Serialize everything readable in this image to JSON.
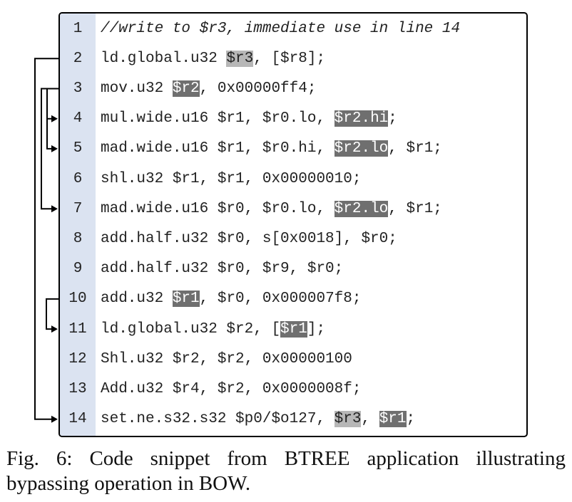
{
  "lines": [
    {
      "num": "1",
      "comment": true,
      "parts": [
        {
          "t": "//write to $r3, immediate use in line 14"
        }
      ]
    },
    {
      "num": "2",
      "parts": [
        {
          "t": "ld.global.u32 "
        },
        {
          "t": "$r3",
          "hl": "light"
        },
        {
          "t": ", [$r8];"
        }
      ]
    },
    {
      "num": "3",
      "parts": [
        {
          "t": "mov.u32 "
        },
        {
          "t": "$r2",
          "hl": "dark"
        },
        {
          "t": ", 0x00000ff4;"
        }
      ]
    },
    {
      "num": "4",
      "parts": [
        {
          "t": "mul.wide.u16 $r1, $r0.lo, "
        },
        {
          "t": "$r2.hi",
          "hl": "dark"
        },
        {
          "t": ";"
        }
      ]
    },
    {
      "num": "5",
      "parts": [
        {
          "t": "mad.wide.u16 $r1, $r0.hi, "
        },
        {
          "t": "$r2.lo",
          "hl": "dark"
        },
        {
          "t": ", $r1;"
        }
      ]
    },
    {
      "num": "6",
      "parts": [
        {
          "t": "shl.u32 $r1, $r1, 0x00000010;"
        }
      ]
    },
    {
      "num": "7",
      "parts": [
        {
          "t": "mad.wide.u16 $r0, $r0.lo, "
        },
        {
          "t": "$r2.lo",
          "hl": "dark"
        },
        {
          "t": ", $r1;"
        }
      ]
    },
    {
      "num": "8",
      "parts": [
        {
          "t": "add.half.u32 $r0, s[0x0018], $r0;"
        }
      ]
    },
    {
      "num": "9",
      "parts": [
        {
          "t": "add.half.u32 $r0, $r9, $r0;"
        }
      ]
    },
    {
      "num": "10",
      "parts": [
        {
          "t": "add.u32 "
        },
        {
          "t": "$r1",
          "hl": "dark"
        },
        {
          "t": ", $r0, 0x000007f8;"
        }
      ]
    },
    {
      "num": "11",
      "parts": [
        {
          "t": "ld.global.u32 $r2, ["
        },
        {
          "t": "$r1",
          "hl": "dark"
        },
        {
          "t": "];"
        }
      ]
    },
    {
      "num": "12",
      "parts": [
        {
          "t": "Shl.u32 $r2, $r2, 0x00000100"
        }
      ]
    },
    {
      "num": "13",
      "parts": [
        {
          "t": "Add.u32 $r4, $r2, 0x0000008f;"
        }
      ]
    },
    {
      "num": "14",
      "parts": [
        {
          "t": "set.ne.s32.s32 $p0/$o127, "
        },
        {
          "t": "$r3",
          "hl": "light"
        },
        {
          "t": ", "
        },
        {
          "t": "$r1",
          "hl": "dark"
        },
        {
          "t": ";"
        }
      ]
    }
  ],
  "arrows": [
    {
      "from": 2,
      "to": 14
    },
    {
      "from": 3,
      "to": 4
    },
    {
      "from": 3,
      "to": 5
    },
    {
      "from": 3,
      "to": 7
    },
    {
      "from": 10,
      "to": 11
    }
  ],
  "caption": "Fig. 6: Code snippet from BTREE application illustrating bypassing operation in BOW."
}
